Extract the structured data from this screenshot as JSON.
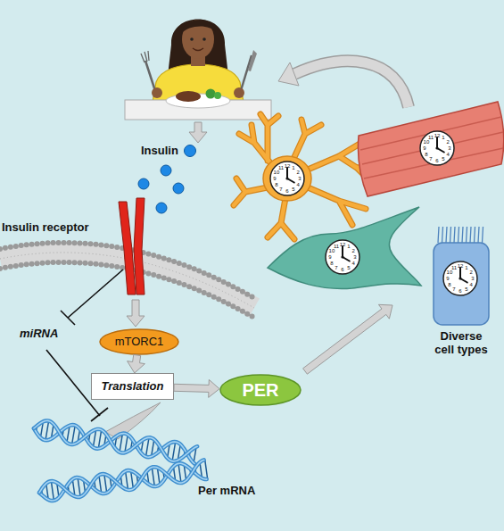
{
  "diagram": {
    "nodes": [
      {
        "text": [
          "mTORC1"
        ]
      },
      {
        "text": [
          "Translation"
        ]
      },
      {
        "text": [
          "PER"
        ]
      }
    ],
    "edges": [
      {
        "from": 0,
        "to": 1,
        "arrow": "to"
      },
      {
        "from": 1,
        "to": 2,
        "arrow": "to"
      }
    ],
    "labels": [
      "Insulin receptor",
      "miRNA",
      "Per mRNA",
      "Diverse cell types",
      "12",
      "1",
      "2",
      "3",
      "4",
      "5",
      "6",
      "7",
      "8",
      "9",
      "10",
      "11",
      "12",
      "1",
      "2",
      "3",
      "4",
      "5",
      "6",
      "7",
      "8",
      "9",
      "10",
      "11",
      "12",
      "1",
      "2",
      "3",
      "4",
      "5",
      "6",
      "7",
      "8",
      "9",
      "10",
      "11",
      "12",
      "1",
      "2",
      "3",
      "4",
      "5",
      "6",
      "7",
      "8",
      "9",
      "10",
      "11"
    ],
    "legend": [
      {
        "text": "Insulin",
        "color": "#1e88e5"
      }
    ]
  }
}
